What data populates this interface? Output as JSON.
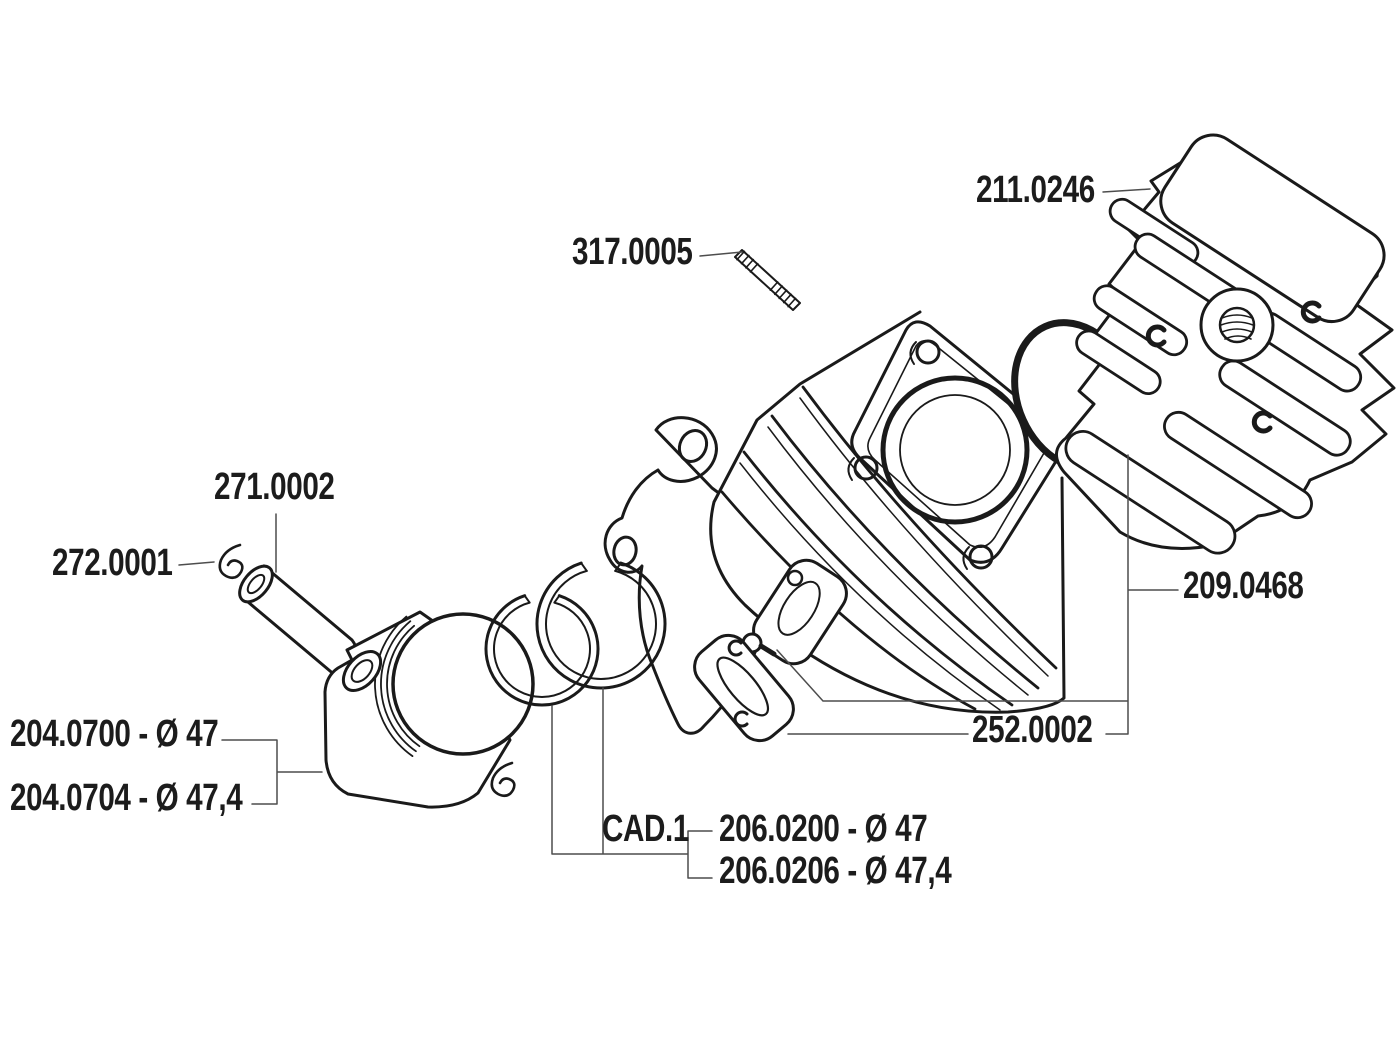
{
  "diagram": {
    "kind": "exploded-parts-diagram",
    "subject": "two-stroke scooter cylinder kit",
    "colors": {
      "background": "#ffffff",
      "line": "#1a1a1a",
      "leader": "#4d4d4d",
      "text": "#1c1c1c"
    }
  },
  "labels": {
    "cylinder_head": "211.0246",
    "stud": "317.0005",
    "piston_pin": "271.0002",
    "circlip": "272.0001",
    "piston_d47": "204.0700 - Ø 47",
    "piston_d47_4": "204.0704 - Ø 47,4",
    "rings_series": "CAD.1",
    "ring_d47": "206.0200 - Ø 47",
    "ring_d47_4": "206.0206 - Ø 47,4",
    "exhaust_gasket": "252.0002",
    "head_oring": "209.0468"
  },
  "parts": [
    {
      "part": "cylinder head",
      "label": "211.0246"
    },
    {
      "part": "cylinder stud bolt",
      "label": "317.0005"
    },
    {
      "part": "head o-ring",
      "label": "209.0468"
    },
    {
      "part": "piston pin",
      "label": "271.0002"
    },
    {
      "part": "piston pin circlip",
      "label": "272.0001"
    },
    {
      "part": "piston Ø 47",
      "label": "204.0700 - Ø 47"
    },
    {
      "part": "piston Ø 47,4",
      "label": "204.0704 - Ø 47,4"
    },
    {
      "part": "piston ring set series",
      "label": "CAD.1"
    },
    {
      "part": "piston ring Ø 47",
      "label": "206.0200 - Ø 47"
    },
    {
      "part": "piston ring Ø 47,4",
      "label": "206.0206 - Ø 47,4"
    },
    {
      "part": "exhaust gasket",
      "label": "252.0002"
    }
  ]
}
